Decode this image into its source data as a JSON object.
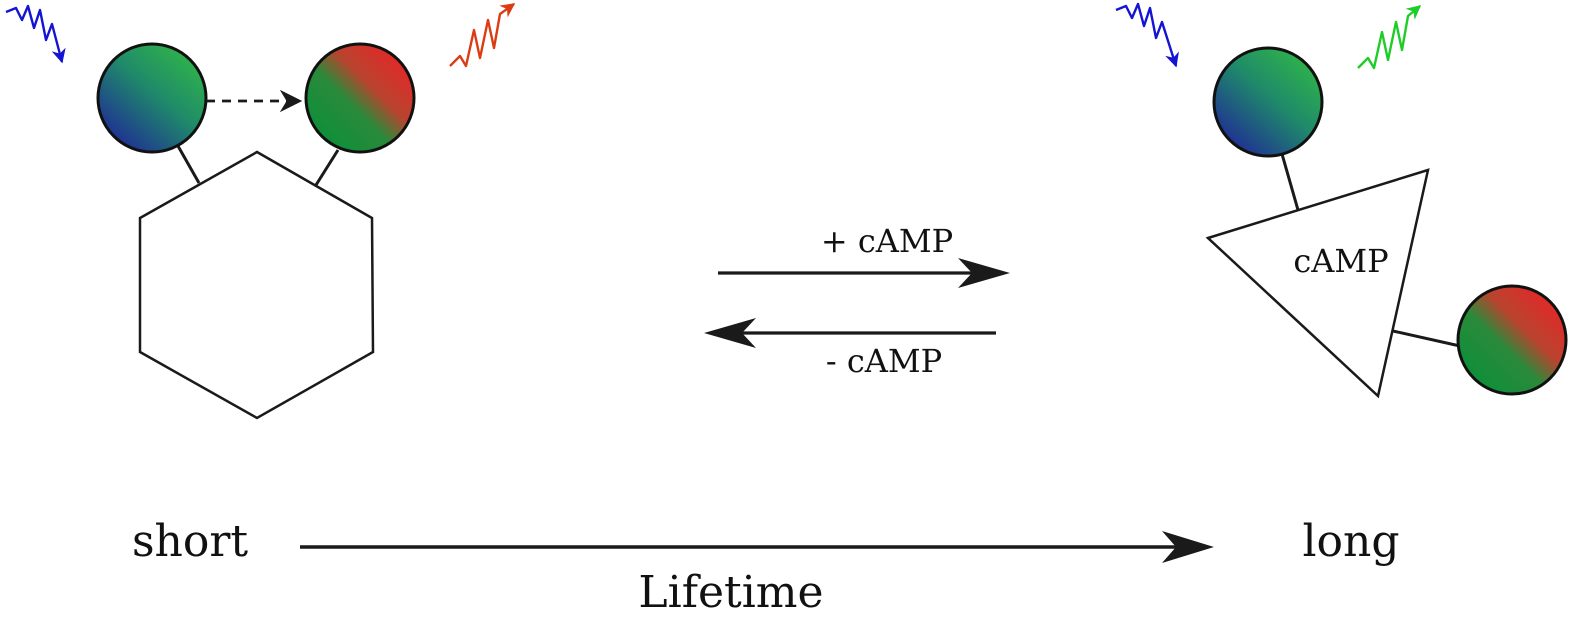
{
  "labels": {
    "add_camp": "+ cAMP",
    "remove_camp": "- cAMP",
    "bound_ligand": "cAMP",
    "short": "short",
    "long": "long",
    "lifetime": "Lifetime"
  },
  "colors": {
    "excitation": "#1414d2",
    "emission_red": "#dc3c14",
    "emission_green": "#1ecd28",
    "donor_top": "#2fb34a",
    "donor_bottom": "#1f2f94",
    "acceptor_red": "#e02a2a",
    "acceptor_green": "#13913c",
    "stroke": "#1a1a1a"
  }
}
